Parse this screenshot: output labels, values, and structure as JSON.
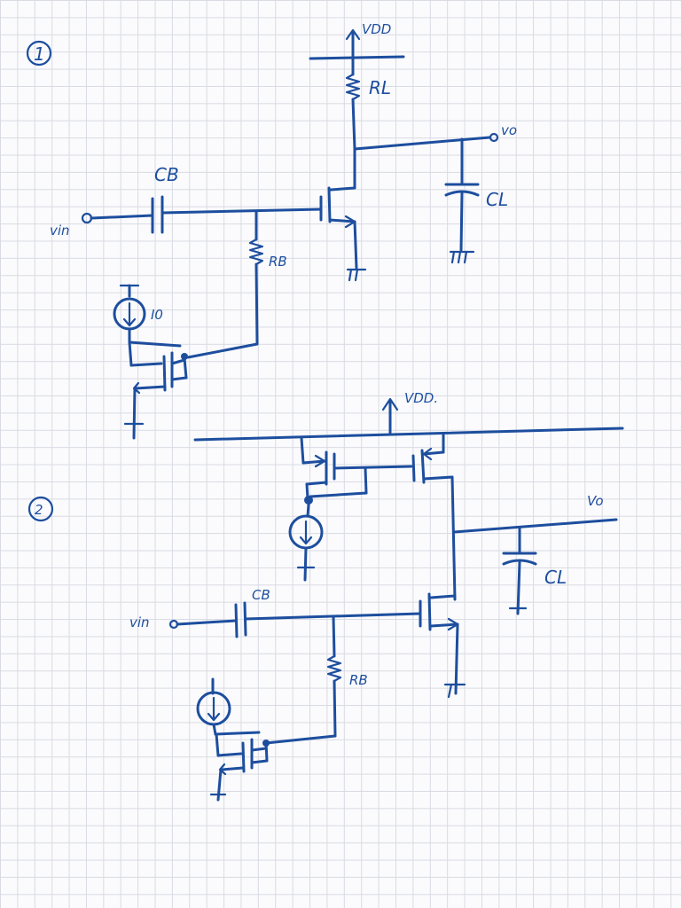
{
  "ink_color": "#1d4e9e",
  "grid_color": "#d9dbe3",
  "paper_color": "#fbfbfd",
  "labels": {
    "circuit1_number": "1",
    "circuit2_number": "2",
    "vdd1": "VDD",
    "rl": "RL",
    "vo1": "vo",
    "cb1": "CB",
    "cl1": "CL",
    "vin1": "vin",
    "rb1": "RB",
    "io": "I0",
    "vdd2": "VDD.",
    "vo2": "Vo",
    "cb2": "CB",
    "cl2": "CL",
    "vin2": "vin",
    "rb2": "RB"
  }
}
